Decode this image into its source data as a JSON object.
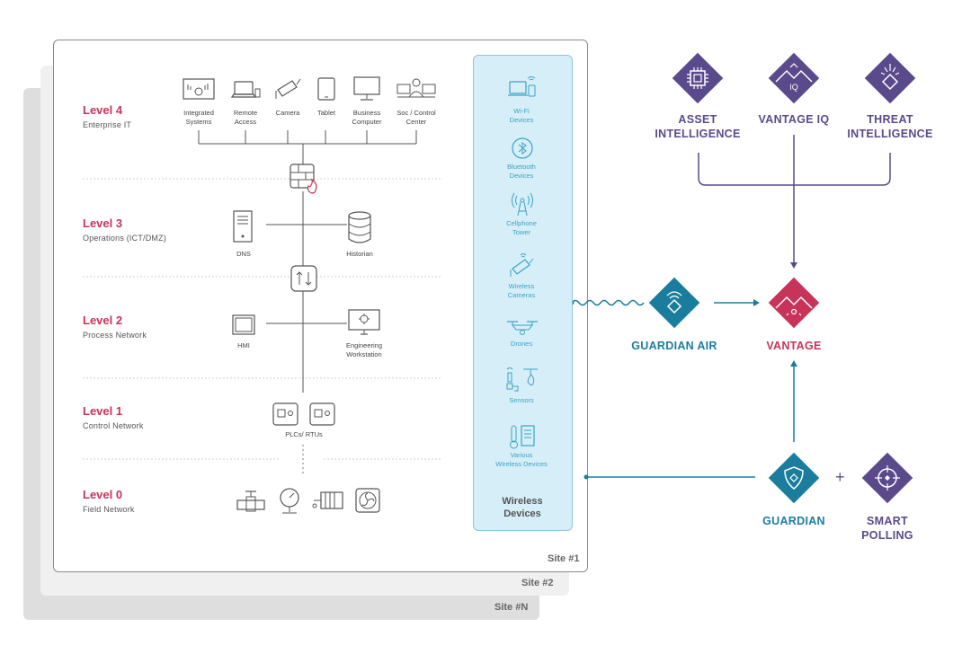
{
  "sites": {
    "site1": "Site #1",
    "site2": "Site #2",
    "siteN": "Site #N"
  },
  "levels": [
    {
      "title": "Level 4",
      "subtitle": "Enterprise IT"
    },
    {
      "title": "Level 3",
      "subtitle": "Operations (ICT/DMZ)"
    },
    {
      "title": "Level 2",
      "subtitle": "Process Network"
    },
    {
      "title": "Level 1",
      "subtitle": "Control Network"
    },
    {
      "title": "Level 0",
      "subtitle": "Field Network"
    }
  ],
  "level4_devices": [
    {
      "label": "Integrated\nSystems",
      "icon": "integrated-systems-icon"
    },
    {
      "label": "Remote\nAccess",
      "icon": "laptop-icon"
    },
    {
      "label": "Camera",
      "icon": "camera-icon"
    },
    {
      "label": "Tablet",
      "icon": "tablet-icon"
    },
    {
      "label": "Business\nComputer",
      "icon": "monitor-icon"
    },
    {
      "label": "Soc / Control\nCenter",
      "icon": "control-center-icon"
    }
  ],
  "level3_devices": [
    {
      "label": "DNS",
      "icon": "server-icon"
    },
    {
      "label": "Historian",
      "icon": "database-icon"
    }
  ],
  "level2_devices": [
    {
      "label": "HMI",
      "icon": "hmi-screen-icon"
    },
    {
      "label": "Engineering\nWorkstation",
      "icon": "workstation-icon"
    }
  ],
  "level1_devices": [
    {
      "label": "PLCs/ RTUs",
      "icon": "plc-icon"
    }
  ],
  "level0_devices": [
    {
      "icon": "valve-icon"
    },
    {
      "icon": "gauge-icon"
    },
    {
      "icon": "motor-icon"
    },
    {
      "icon": "fan-icon"
    }
  ],
  "wireless_panel": {
    "title": "Wireless\nDevices",
    "items": [
      {
        "label": "Wi-Fi\nDevices",
        "icon": "wifi-devices-icon"
      },
      {
        "label": "Bluetooth\nDevices",
        "icon": "bluetooth-icon"
      },
      {
        "label": "Cellphone\nTower",
        "icon": "cell-tower-icon"
      },
      {
        "label": "Wireless\nCameras",
        "icon": "wireless-camera-icon"
      },
      {
        "label": "Drones",
        "icon": "drone-icon"
      },
      {
        "label": "Sensors",
        "icon": "sensors-icon"
      },
      {
        "label": "Various\nWireless Devices",
        "icon": "various-wireless-icon"
      }
    ]
  },
  "products": {
    "asset_intelligence": "ASSET\nINTELLIGENCE",
    "vantage_iq": "VANTAGE IQ",
    "threat_intelligence": "THREAT\nINTELLIGENCE",
    "guardian_air": "GUARDIAN AIR",
    "vantage": "VANTAGE",
    "guardian": "GUARDIAN",
    "plus": "+",
    "smart_polling": "SMART\nPOLLING"
  },
  "colors": {
    "purple": "#5a4a8c",
    "teal": "#1a7d9e",
    "pink": "#c8335a",
    "panel": "#d6eef8",
    "panel_border": "#8fc4dc"
  }
}
